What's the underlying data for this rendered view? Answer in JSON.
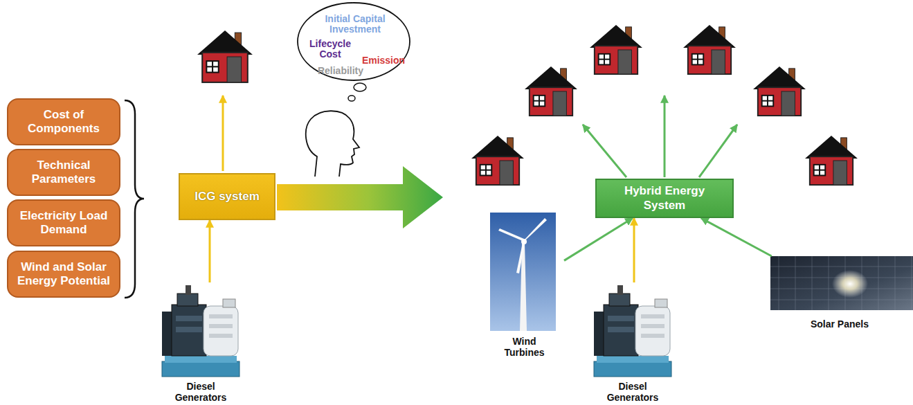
{
  "diagram": {
    "nodes": [
      {
        "text": [
          "Cost of Components"
        ]
      },
      {
        "text": [
          "Technical Parameters"
        ]
      },
      {
        "text": [
          "Electricity Load Demand"
        ]
      },
      {
        "text": [
          "Wind and Solar Energy Potential"
        ]
      },
      {
        "text": [
          "ICG system"
        ]
      },
      {
        "text": [
          "Initial Capital Investment",
          "Lifecycle Cost",
          "Emission",
          "Reliability"
        ]
      },
      {
        "text": [
          "Hybrid Energy System"
        ]
      },
      {
        "text": [
          "Diesel Generators"
        ]
      },
      {
        "text": [
          "Wind Turbines"
        ]
      },
      {
        "text": [
          "Diesel Generators"
        ]
      },
      {
        "text": [
          "Solar Panels"
        ]
      }
    ],
    "edges": [
      {
        "from": 7,
        "to": 4,
        "arrow": "to"
      },
      {
        "from": 8,
        "to": 6,
        "arrow": "to"
      },
      {
        "from": 9,
        "to": 6,
        "arrow": "to"
      },
      {
        "from": 10,
        "to": 6,
        "arrow": "to"
      }
    ]
  }
}
